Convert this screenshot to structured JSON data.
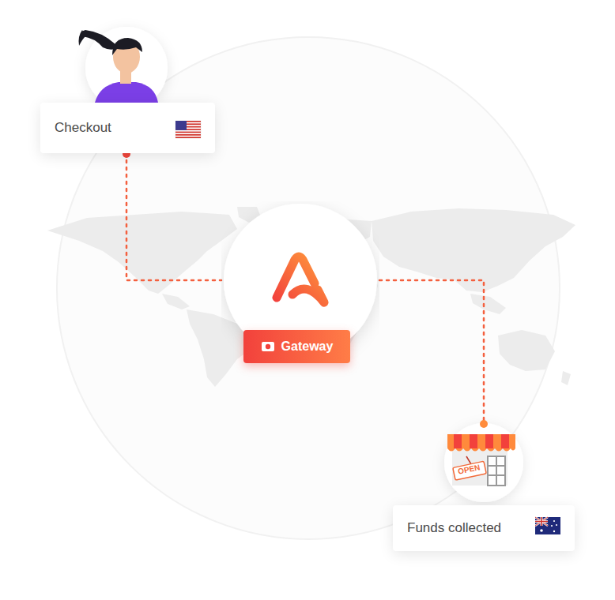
{
  "diagram": {
    "nodes": [
      {
        "text": [
          "Checkout"
        ]
      },
      {
        "text": [
          "Gateway"
        ]
      },
      {
        "text": [
          "Funds collected"
        ]
      }
    ],
    "edges": [
      {
        "from": 0,
        "to": 1,
        "arrow": "none"
      },
      {
        "from": 1,
        "to": 2,
        "arrow": "none"
      }
    ],
    "labels": [
      "OPEN"
    ]
  }
}
